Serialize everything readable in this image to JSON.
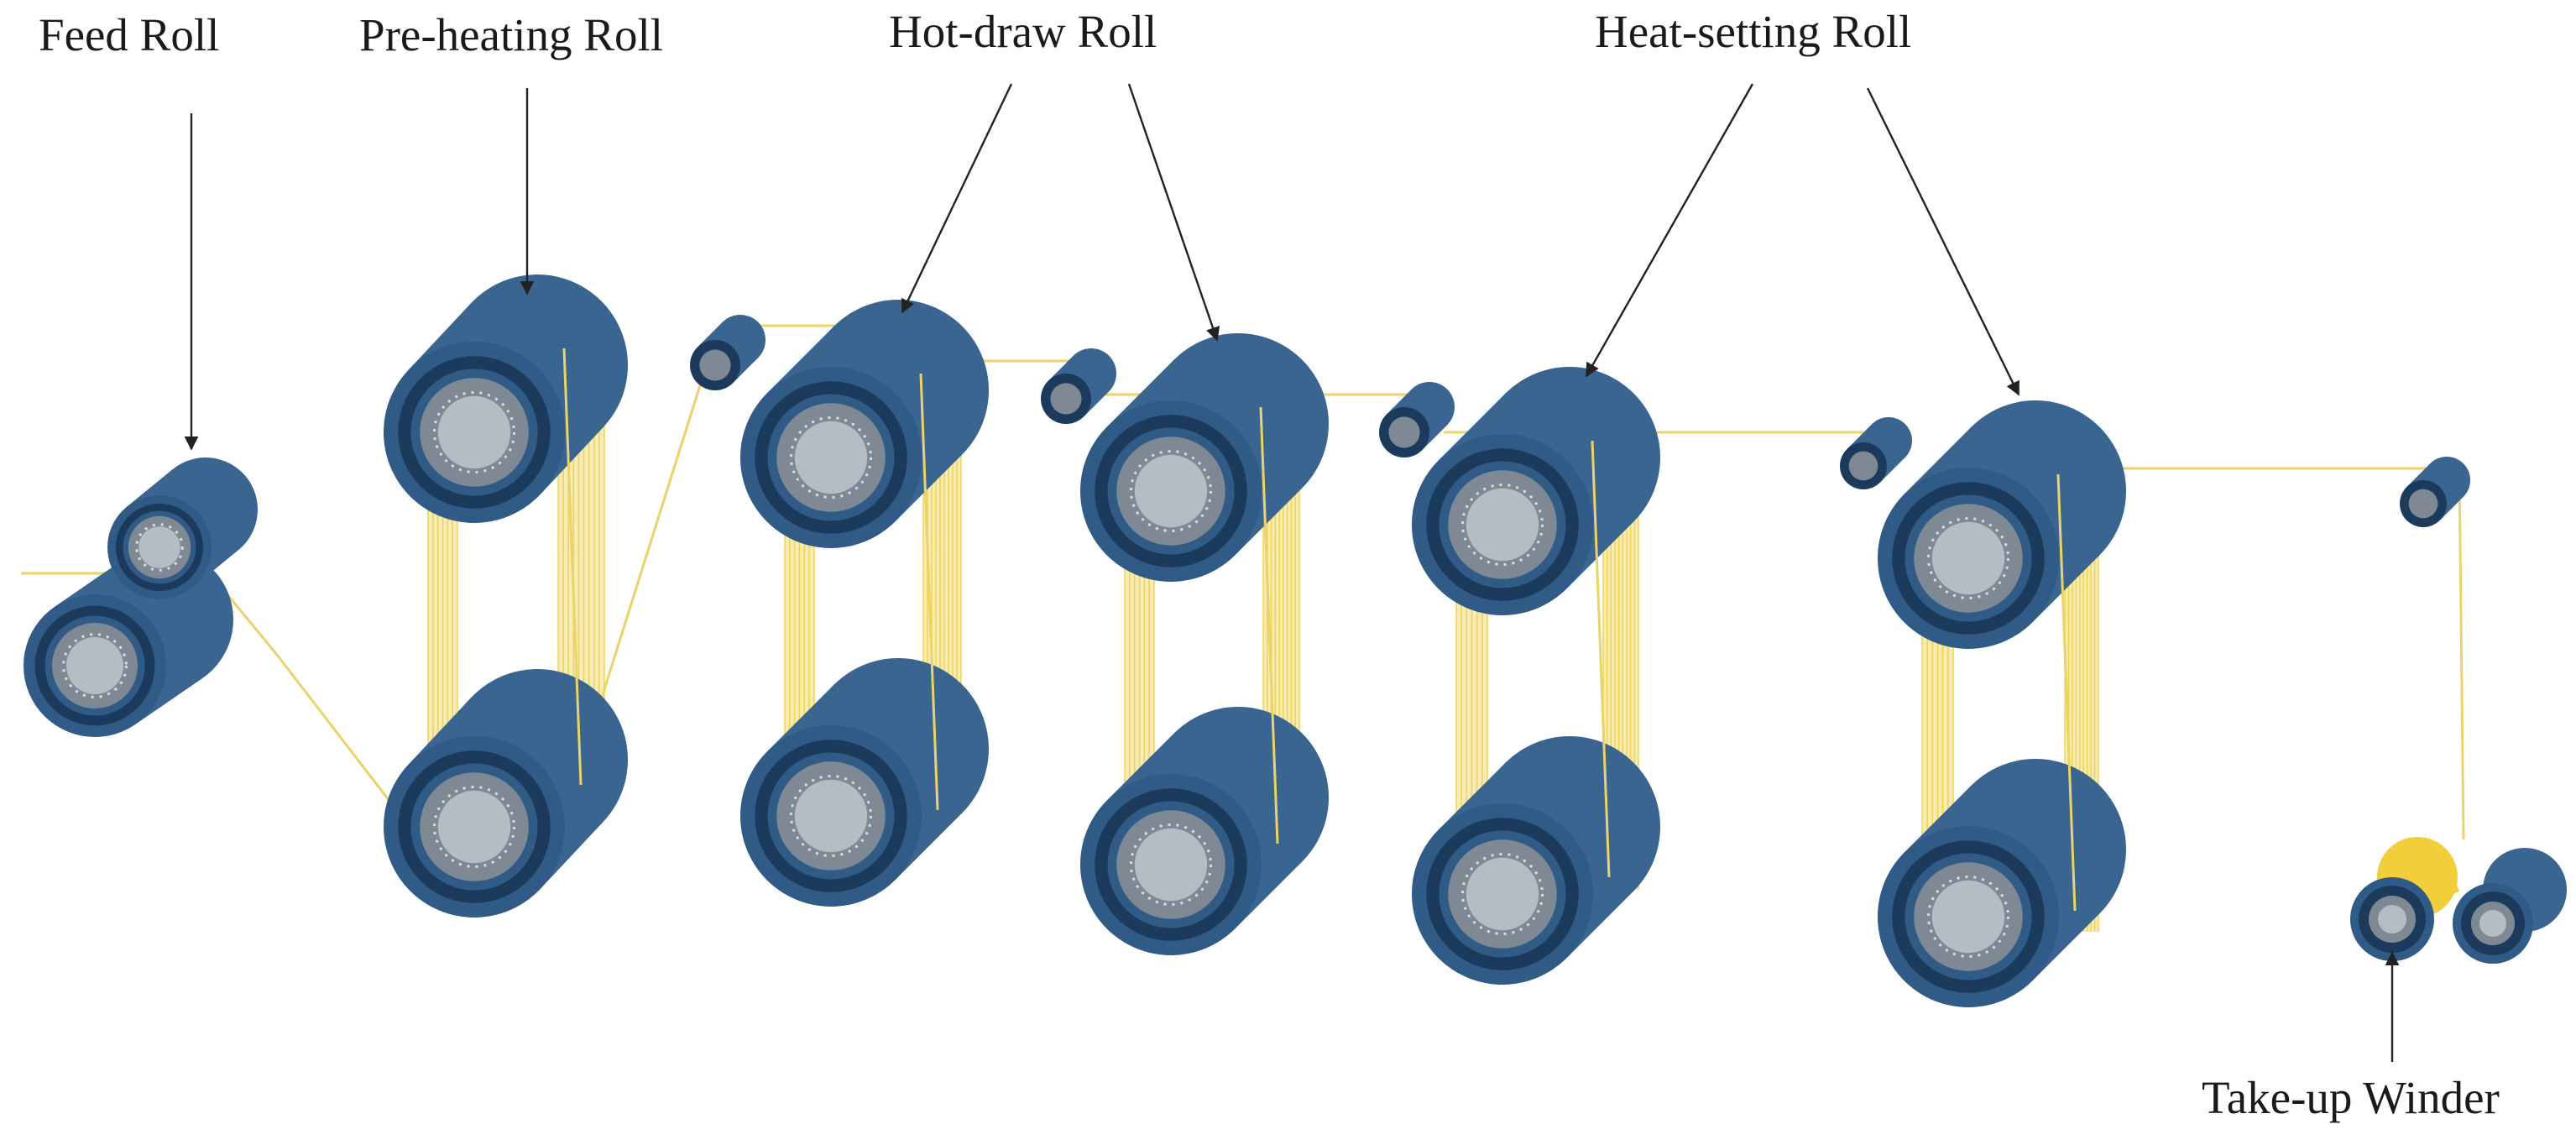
{
  "labels": {
    "feed_roll": "Feed Roll",
    "pre_heating_roll": "Pre-heating Roll",
    "hot_draw_roll": "Hot-draw Roll",
    "heat_setting_roll": "Heat-setting Roll",
    "take_up_winder": "Take-up Winder"
  },
  "colors": {
    "roll_body": "#3a6590",
    "roll_rim": "#2f5b86",
    "roll_dark_ring": "#1b3a5c",
    "hub_outer": "#7e8994",
    "hub_inner": "#b4bcc4",
    "fiber": "#f0dc78",
    "fiber_bright": "#f2cf3a",
    "arrow": "#222222"
  },
  "icons": {
    "roll": "roll-cylinder-icon",
    "guide": "guide-roller-icon",
    "arrow": "pointer-arrow-icon"
  }
}
